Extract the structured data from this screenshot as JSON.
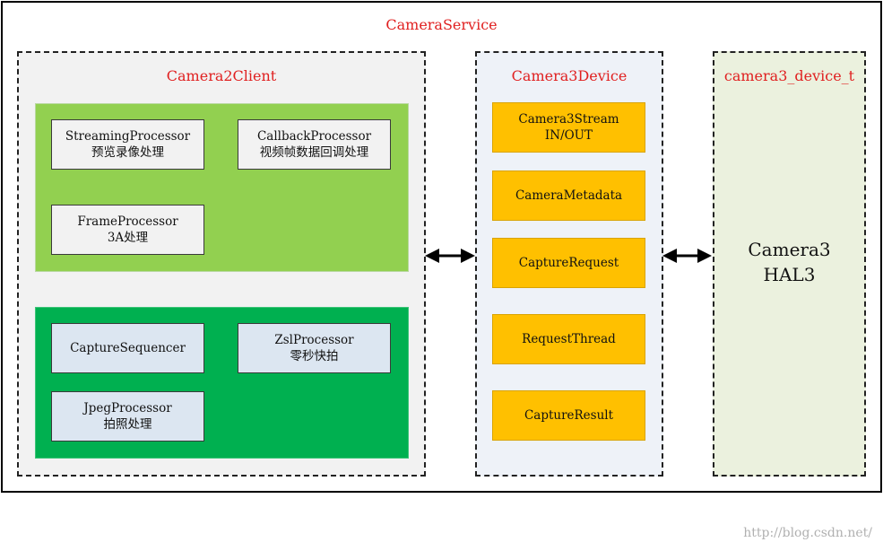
{
  "camera_service": {
    "title": "CameraService"
  },
  "camera2client": {
    "title": "Camera2Client",
    "processors": [
      {
        "line1": "StreamingProcessor",
        "line2": "预览录像处理"
      },
      {
        "line1": "CallbackProcessor",
        "line2": "视频帧数据回调处理"
      },
      {
        "line1": "FrameProcessor",
        "line2": "3A处理"
      },
      {
        "line1": "CaptureSequencer",
        "line2": ""
      },
      {
        "line1": "ZslProcessor",
        "line2": "零秒快拍"
      },
      {
        "line1": "JpegProcessor",
        "line2": "拍照处理"
      }
    ]
  },
  "camera3device": {
    "title": "Camera3Device",
    "components": [
      {
        "line1": "Camera3Stream",
        "line2": "IN/OUT"
      },
      {
        "line1": "CameraMetadata",
        "line2": ""
      },
      {
        "line1": "CaptureRequest",
        "line2": ""
      },
      {
        "line1": "RequestThread",
        "line2": ""
      },
      {
        "line1": "CaptureResult",
        "line2": ""
      }
    ]
  },
  "hal": {
    "title": "camera3_device_t",
    "line1": "Camera3",
    "line2": "HAL3"
  },
  "watermark": "http://blog.csdn.net/",
  "colors": {
    "title_red": "#e02020",
    "light_green": "#92d050",
    "dark_green": "#00b050",
    "orange": "#ffc000",
    "hal_bg": "#ebf1de"
  }
}
